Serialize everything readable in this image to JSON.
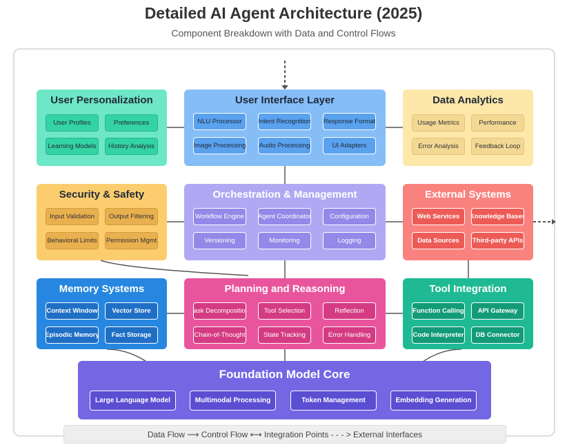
{
  "title": "Detailed AI Agent Architecture (2025)",
  "subtitle": "Component Breakdown with Data and Control Flows",
  "components": {
    "personalization": {
      "title": "User Personalization",
      "items": [
        "User Profiles",
        "Preferences",
        "Learning Models",
        "History Analysis"
      ]
    },
    "ui": {
      "title": "User Interface Layer",
      "items": [
        "NLU Processor",
        "Intent Recognition",
        "Response Format",
        "Image Processing",
        "Audio Processing",
        "UI Adapters"
      ]
    },
    "analytics": {
      "title": "Data Analytics",
      "items": [
        "Usage Metrics",
        "Performance",
        "Error Analysis",
        "Feedback Loop"
      ]
    },
    "security": {
      "title": "Security & Safety",
      "items": [
        "Input Validation",
        "Output Filtering",
        "Behavioral Limits",
        "Permission Mgmt"
      ]
    },
    "orchestration": {
      "title": "Orchestration & Management",
      "items": [
        "Workflow Engine",
        "Agent Coordinator",
        "Configuration",
        "Versioning",
        "Monitoring",
        "Logging"
      ]
    },
    "external": {
      "title": "External Systems",
      "items": [
        "Web Services",
        "Knowledge Bases",
        "Data Sources",
        "Third-party APIs"
      ]
    },
    "memory": {
      "title": "Memory Systems",
      "items": [
        "Context Window",
        "Vector Store",
        "Episodic Memory",
        "Fact Storage"
      ]
    },
    "planning": {
      "title": "Planning and Reasoning",
      "items": [
        "Task Decomposition",
        "Tool Selection",
        "Reflection",
        "Chain-of-Thought",
        "State Tracking",
        "Error Handling"
      ]
    },
    "tools": {
      "title": "Tool Integration",
      "items": [
        "Function Calling",
        "API Gateway",
        "Code Interpreter",
        "DB Connector"
      ]
    },
    "core": {
      "title": "Foundation Model Core",
      "items": [
        "Large Language Model",
        "Multimodal Processing",
        "Token Management",
        "Embedding Generation"
      ]
    }
  },
  "legend": "Data Flow ⟶ Control Flow ⟷ Integration Points - - - > External Interfaces"
}
